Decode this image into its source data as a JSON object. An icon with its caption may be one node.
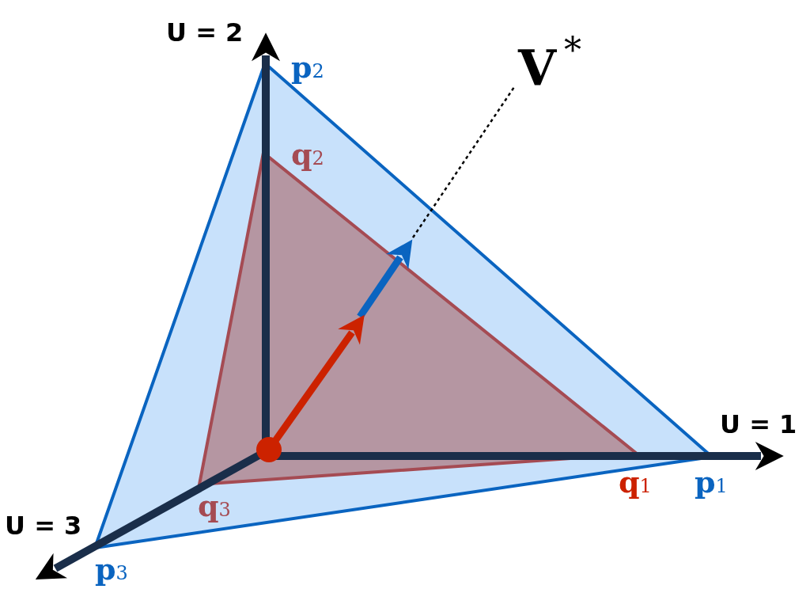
{
  "diagram": {
    "labels": [
      "U = 2",
      "p$_{2}$",
      "V$^{*}$",
      "q$_{2}$",
      "U = 1",
      "U = 3",
      "q$_{3}$",
      "q$_{1}$",
      "p$_{1}$",
      "p$_{3}$"
    ]
  }
}
